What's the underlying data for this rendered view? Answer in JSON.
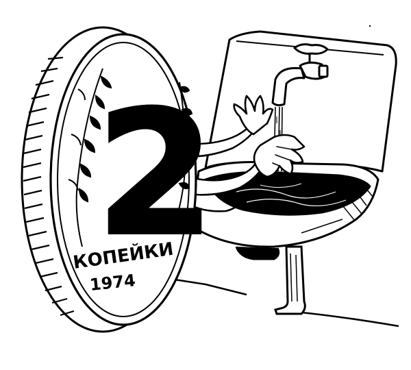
{
  "coin": {
    "denomination": "2",
    "label": "КОПЕЙКИ",
    "year": "1974"
  },
  "colors": {
    "ink": "#000000",
    "paper": "#ffffff"
  }
}
